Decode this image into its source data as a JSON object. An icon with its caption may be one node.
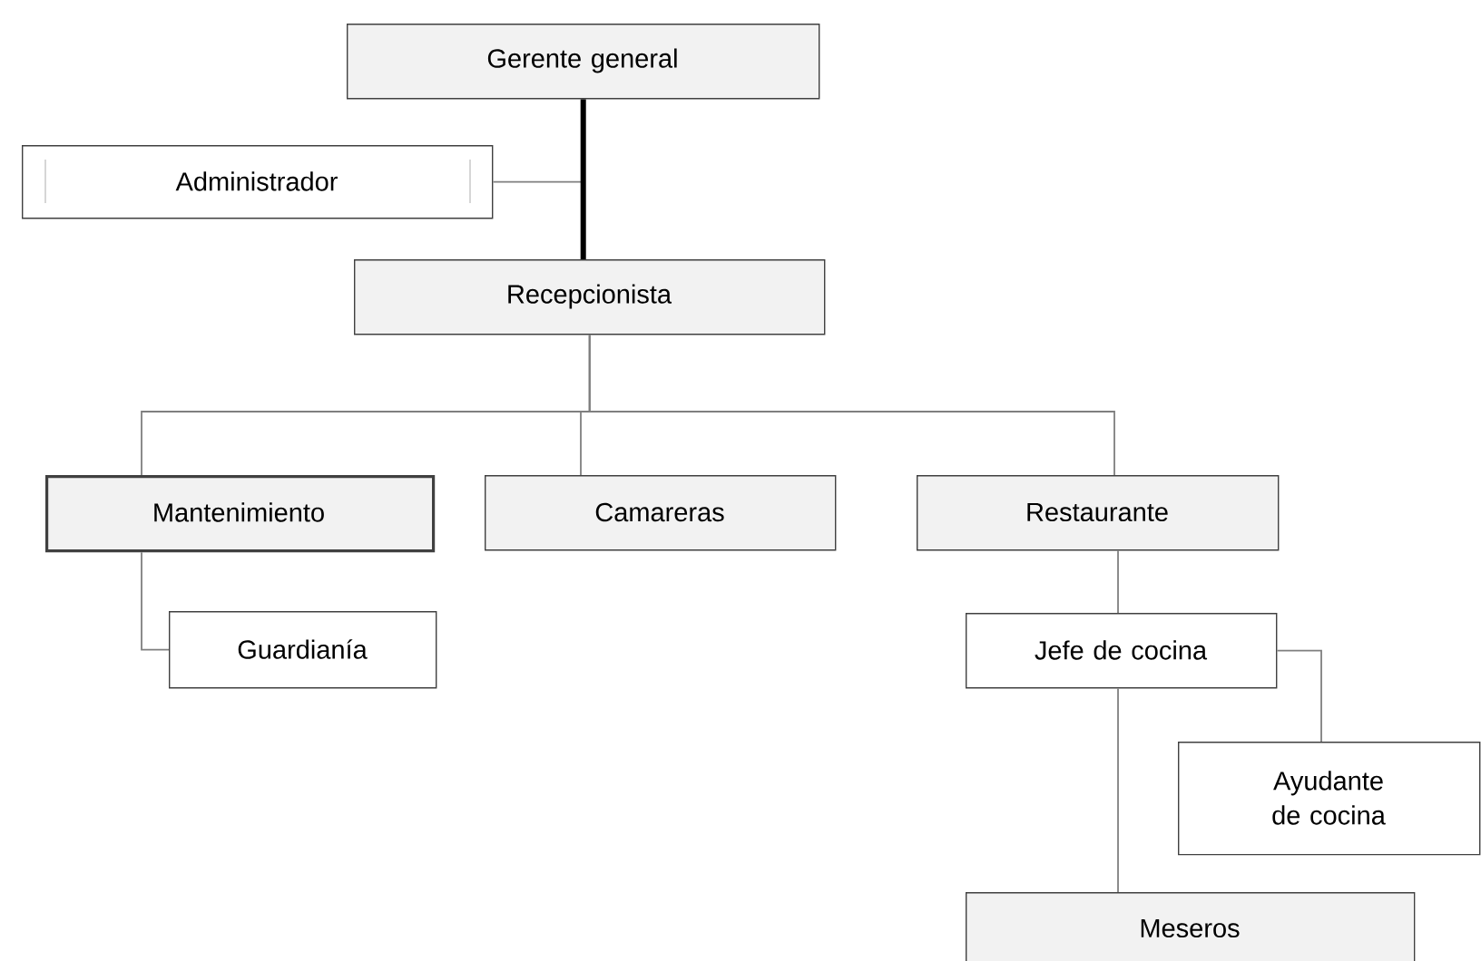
{
  "diagram": {
    "nodes": [
      {
        "text": [
          "Gerente general"
        ]
      },
      {
        "text": [
          "Administrador"
        ]
      },
      {
        "text": [
          "Recepcionista"
        ]
      },
      {
        "text": [
          "Mantenimiento"
        ]
      },
      {
        "text": [
          "Camareras"
        ]
      },
      {
        "text": [
          "Restaurante"
        ]
      },
      {
        "text": [
          "Guardianía"
        ]
      },
      {
        "text": [
          "Jefe de cocina"
        ]
      },
      {
        "text": [
          "Ayudante de cocina"
        ]
      },
      {
        "text": [
          "Meseros"
        ]
      }
    ],
    "edges": [
      {
        "from": 0,
        "to": 2,
        "arrow": "none",
        "style": "thick",
        "color": "#000000"
      },
      {
        "from": 0,
        "to": 1,
        "arrow": "none"
      },
      {
        "from": 2,
        "to": 3,
        "arrow": "none"
      },
      {
        "from": 2,
        "to": 4,
        "arrow": "none"
      },
      {
        "from": 2,
        "to": 5,
        "arrow": "none"
      },
      {
        "from": 3,
        "to": 6,
        "arrow": "none"
      },
      {
        "from": 5,
        "to": 7,
        "arrow": "none"
      },
      {
        "from": 7,
        "to": 8,
        "arrow": "none"
      },
      {
        "from": 7,
        "to": 9,
        "arrow": "none"
      }
    ]
  }
}
